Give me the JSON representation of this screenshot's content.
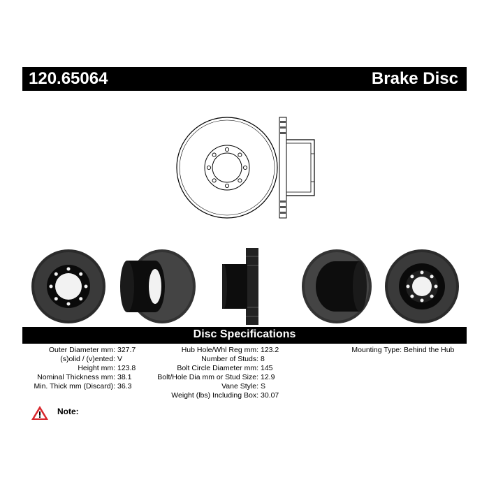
{
  "header": {
    "part_number": "120.65064",
    "product_type": "Brake Disc"
  },
  "views": {
    "photo_icons": [
      "rotor-front-photo",
      "rotor-angled-hat-photo",
      "rotor-side-photo",
      "rotor-angled-back-photo",
      "rotor-back-photo"
    ]
  },
  "specs": {
    "title": "Disc Specifications",
    "column1": [
      {
        "label": "Outer Diameter mm:",
        "value": "327.7"
      },
      {
        "label": "(s)olid / (v)ented:",
        "value": "V"
      },
      {
        "label": "Height mm:",
        "value": "123.8"
      },
      {
        "label": "Nominal Thickness mm:",
        "value": "38.1"
      },
      {
        "label": "Min. Thick mm (Discard):",
        "value": "36.3"
      }
    ],
    "column2": [
      {
        "label": "Hub Hole/Whl Reg mm:",
        "value": "123.2"
      },
      {
        "label": "Number of Studs:",
        "value": "8"
      },
      {
        "label": "Bolt Circle Diameter mm:",
        "value": "145"
      },
      {
        "label": "Bolt/Hole Dia mm or Stud Size:",
        "value": "12.9"
      },
      {
        "label": "Vane Style:",
        "value": "S"
      },
      {
        "label": "Weight (lbs) Including Box:",
        "value": "30.07"
      }
    ],
    "column3": [
      {
        "label": "Mounting Type:",
        "value": "Behind the Hub"
      }
    ]
  },
  "note": {
    "label": "Note:",
    "icon": "warning-triangle-icon",
    "icon_color": "#d8262c"
  }
}
